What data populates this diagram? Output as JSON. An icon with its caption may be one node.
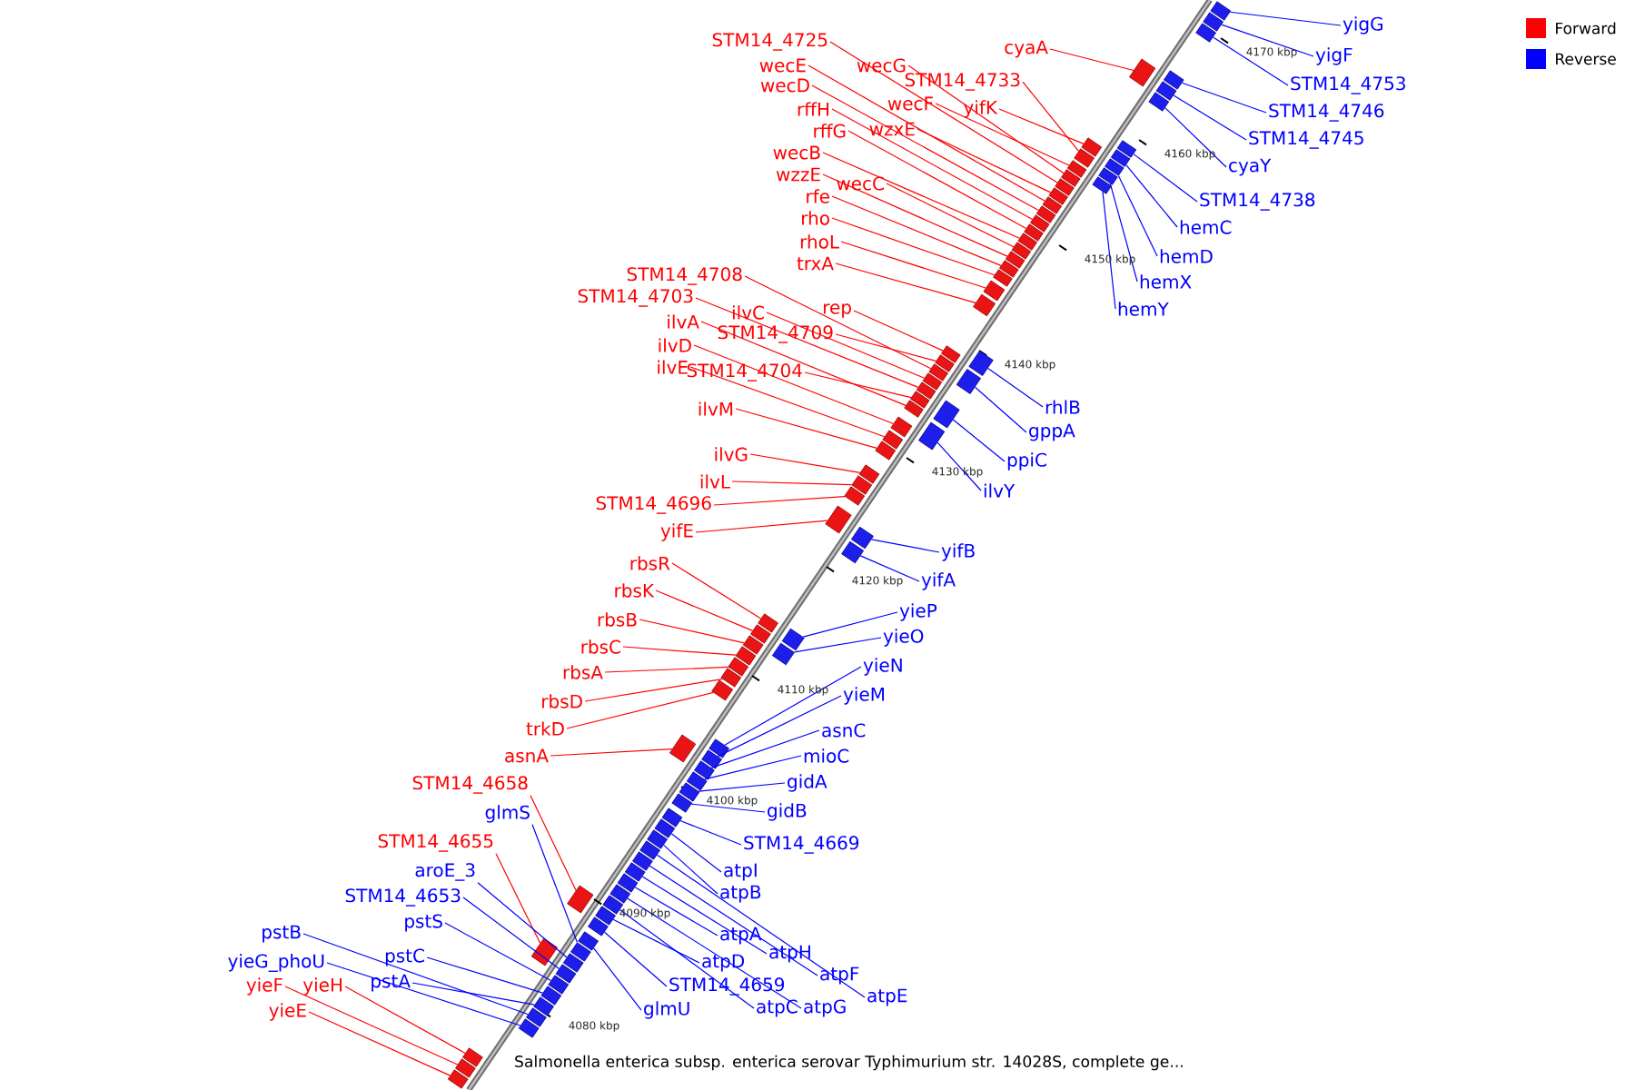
{
  "diagram": {
    "caption": "Salmonella enterica subsp. enterica serovar Typhimurium str. 14028S, complete ge...",
    "nodes": [
      {
        "text": [
          "cyaA"
        ]
      },
      {
        "text": [
          "STM14_4725"
        ]
      },
      {
        "text": [
          "wecG"
        ]
      },
      {
        "text": [
          "wecE"
        ]
      },
      {
        "text": [
          "STM14_4733"
        ]
      },
      {
        "text": [
          "wecD"
        ]
      },
      {
        "text": [
          "wecF"
        ]
      },
      {
        "text": [
          "yifK"
        ]
      },
      {
        "text": [
          "rffH"
        ]
      },
      {
        "text": [
          "wzxE"
        ]
      },
      {
        "text": [
          "rffG"
        ]
      },
      {
        "text": [
          "wecB"
        ]
      },
      {
        "text": [
          "wzzE"
        ]
      },
      {
        "text": [
          "wecC"
        ]
      },
      {
        "text": [
          "rfe"
        ]
      },
      {
        "text": [
          "rho"
        ]
      },
      {
        "text": [
          "rhoL"
        ]
      },
      {
        "text": [
          "trxA"
        ]
      },
      {
        "text": [
          "STM14_4708"
        ]
      },
      {
        "text": [
          "STM14_4703"
        ]
      },
      {
        "text": [
          "rep"
        ]
      },
      {
        "text": [
          "ilvC"
        ]
      },
      {
        "text": [
          "ilvA"
        ]
      },
      {
        "text": [
          "STM14_4709"
        ]
      },
      {
        "text": [
          "ilvD"
        ]
      },
      {
        "text": [
          "ilvE"
        ]
      },
      {
        "text": [
          "STM14_4704"
        ]
      },
      {
        "text": [
          "ilvM"
        ]
      },
      {
        "text": [
          "ilvG"
        ]
      },
      {
        "text": [
          "ilvL"
        ]
      },
      {
        "text": [
          "STM14_4696"
        ]
      },
      {
        "text": [
          "yifE"
        ]
      },
      {
        "text": [
          "rbsR"
        ]
      },
      {
        "text": [
          "rbsK"
        ]
      },
      {
        "text": [
          "rbsB"
        ]
      },
      {
        "text": [
          "rbsC"
        ]
      },
      {
        "text": [
          "rbsA"
        ]
      },
      {
        "text": [
          "rbsD"
        ]
      },
      {
        "text": [
          "trkD"
        ]
      },
      {
        "text": [
          "asnA"
        ]
      },
      {
        "text": [
          "STM14_4658"
        ]
      },
      {
        "text": [
          "STM14_4655"
        ]
      },
      {
        "text": [
          "yieF"
        ]
      },
      {
        "text": [
          "yieH"
        ]
      },
      {
        "text": [
          "yieE"
        ]
      },
      {
        "text": [
          "yigG"
        ]
      },
      {
        "text": [
          "yigF"
        ]
      },
      {
        "text": [
          "STM14_4753"
        ]
      },
      {
        "text": [
          "STM14_4746"
        ]
      },
      {
        "text": [
          "STM14_4745"
        ]
      },
      {
        "text": [
          "cyaY"
        ]
      },
      {
        "text": [
          "STM14_4738"
        ]
      },
      {
        "text": [
          "hemC"
        ]
      },
      {
        "text": [
          "hemD"
        ]
      },
      {
        "text": [
          "hemX"
        ]
      },
      {
        "text": [
          "hemY"
        ]
      },
      {
        "text": [
          "rhlB"
        ]
      },
      {
        "text": [
          "gppA"
        ]
      },
      {
        "text": [
          "ppiC"
        ]
      },
      {
        "text": [
          "ilvY"
        ]
      },
      {
        "text": [
          "yifB"
        ]
      },
      {
        "text": [
          "yifA"
        ]
      },
      {
        "text": [
          "yieP"
        ]
      },
      {
        "text": [
          "yieO"
        ]
      },
      {
        "text": [
          "yieN"
        ]
      },
      {
        "text": [
          "yieM"
        ]
      },
      {
        "text": [
          "asnC"
        ]
      },
      {
        "text": [
          "mioC"
        ]
      },
      {
        "text": [
          "gidA"
        ]
      },
      {
        "text": [
          "gidB"
        ]
      },
      {
        "text": [
          "STM14_4669"
        ]
      },
      {
        "text": [
          "atpI"
        ]
      },
      {
        "text": [
          "atpB"
        ]
      },
      {
        "text": [
          "atpA"
        ]
      },
      {
        "text": [
          "atpH"
        ]
      },
      {
        "text": [
          "atpD"
        ]
      },
      {
        "text": [
          "atpF"
        ]
      },
      {
        "text": [
          "STM14_4659"
        ]
      },
      {
        "text": [
          "atpE"
        ]
      },
      {
        "text": [
          "atpC"
        ]
      },
      {
        "text": [
          "atpG"
        ]
      },
      {
        "text": [
          "glmU"
        ]
      },
      {
        "text": [
          "glmS"
        ]
      },
      {
        "text": [
          "aroE_3"
        ]
      },
      {
        "text": [
          "STM14_4653"
        ]
      },
      {
        "text": [
          "pstS"
        ]
      },
      {
        "text": [
          "pstB"
        ]
      },
      {
        "text": [
          "pstC"
        ]
      },
      {
        "text": [
          "yieG_phoU"
        ]
      },
      {
        "text": [
          "pstA"
        ]
      },
      {
        "text": [],
        "shape": "box"
      },
      {
        "text": [],
        "shape": "box"
      },
      {
        "text": [],
        "shape": "box"
      },
      {
        "text": [],
        "shape": "box"
      },
      {
        "text": [],
        "shape": "box"
      },
      {
        "text": [],
        "shape": "box"
      },
      {
        "text": [],
        "shape": "box"
      },
      {
        "text": [],
        "shape": "box"
      },
      {
        "text": [],
        "shape": "box"
      },
      {
        "text": [],
        "shape": "box"
      },
      {
        "text": [],
        "shape": "box"
      },
      {
        "text": [],
        "shape": "box"
      },
      {
        "text": [],
        "shape": "box"
      },
      {
        "text": [],
        "shape": "box"
      },
      {
        "text": [],
        "shape": "box"
      },
      {
        "text": [],
        "shape": "box"
      },
      {
        "text": [],
        "shape": "box"
      },
      {
        "text": [],
        "shape": "box"
      },
      {
        "text": [],
        "shape": "box"
      },
      {
        "text": [],
        "shape": "box"
      },
      {
        "text": [],
        "shape": "box"
      },
      {
        "text": [],
        "shape": "box"
      },
      {
        "text": [],
        "shape": "box"
      },
      {
        "text": [],
        "shape": "box"
      },
      {
        "text": [],
        "shape": "box"
      },
      {
        "text": [],
        "shape": "box"
      },
      {
        "text": [],
        "shape": "box"
      },
      {
        "text": [],
        "shape": "box"
      },
      {
        "text": [],
        "shape": "box"
      },
      {
        "text": [],
        "shape": "box"
      },
      {
        "text": [],
        "shape": "box"
      },
      {
        "text": [],
        "shape": "box"
      },
      {
        "text": [],
        "shape": "box"
      },
      {
        "text": [],
        "shape": "box"
      },
      {
        "text": [],
        "shape": "box"
      },
      {
        "text": [],
        "shape": "box"
      },
      {
        "text": [],
        "shape": "box"
      },
      {
        "text": [],
        "shape": "box"
      },
      {
        "text": [],
        "shape": "box"
      },
      {
        "text": [],
        "shape": "box"
      },
      {
        "text": [],
        "shape": "box"
      },
      {
        "text": [],
        "shape": "box"
      },
      {
        "text": [],
        "shape": "box"
      },
      {
        "text": [],
        "shape": "box"
      },
      {
        "text": [],
        "shape": "box"
      },
      {
        "text": [],
        "shape": "box"
      },
      {
        "text": [],
        "shape": "box"
      },
      {
        "text": [],
        "shape": "box"
      },
      {
        "text": [],
        "shape": "box"
      },
      {
        "text": [],
        "shape": "box"
      },
      {
        "text": [],
        "shape": "box"
      },
      {
        "text": [],
        "shape": "box"
      },
      {
        "text": [],
        "shape": "box"
      },
      {
        "text": [],
        "shape": "box"
      },
      {
        "text": [],
        "shape": "box"
      },
      {
        "text": [],
        "shape": "box"
      },
      {
        "text": [],
        "shape": "box"
      },
      {
        "text": [],
        "shape": "box"
      },
      {
        "text": [],
        "shape": "box"
      },
      {
        "text": [],
        "shape": "box"
      },
      {
        "text": [],
        "shape": "box"
      },
      {
        "text": [],
        "shape": "box"
      },
      {
        "text": [],
        "shape": "box"
      },
      {
        "text": [],
        "shape": "box"
      },
      {
        "text": [],
        "shape": "box"
      },
      {
        "text": [],
        "shape": "box"
      },
      {
        "text": [],
        "shape": "box"
      },
      {
        "text": [],
        "shape": "box"
      },
      {
        "text": [],
        "shape": "box"
      },
      {
        "text": [],
        "shape": "box"
      },
      {
        "text": [],
        "shape": "box"
      },
      {
        "text": [],
        "shape": "box"
      },
      {
        "text": [],
        "shape": "box"
      },
      {
        "text": [],
        "shape": "box"
      },
      {
        "text": [],
        "shape": "box"
      },
      {
        "text": [],
        "shape": "box"
      },
      {
        "text": [],
        "shape": "box"
      },
      {
        "text": [],
        "shape": "box"
      },
      {
        "text": [],
        "shape": "box"
      },
      {
        "text": [],
        "shape": "box"
      },
      {
        "text": [],
        "shape": "box"
      },
      {
        "text": [],
        "shape": "box"
      },
      {
        "text": [],
        "shape": "box"
      },
      {
        "text": [],
        "shape": "box"
      },
      {
        "text": [],
        "shape": "box"
      },
      {
        "text": [],
        "shape": "box"
      },
      {
        "text": [],
        "shape": "box"
      },
      {
        "text": [],
        "shape": "box"
      },
      {
        "text": [],
        "shape": "box"
      },
      {
        "text": [],
        "shape": "box"
      }
    ],
    "edges": [
      {
        "from": 0,
        "to": 90,
        "arrow": "none",
        "color": "#ff0000"
      },
      {
        "from": 1,
        "to": 91,
        "arrow": "none",
        "color": "#ff0000"
      },
      {
        "from": 2,
        "to": 92,
        "arrow": "none",
        "color": "#ff0000"
      },
      {
        "from": 3,
        "to": 93,
        "arrow": "none",
        "color": "#ff0000"
      },
      {
        "from": 4,
        "to": 94,
        "arrow": "none",
        "color": "#ff0000"
      },
      {
        "from": 5,
        "to": 95,
        "arrow": "none",
        "color": "#ff0000"
      },
      {
        "from": 6,
        "to": 96,
        "arrow": "none",
        "color": "#ff0000"
      },
      {
        "from": 7,
        "to": 97,
        "arrow": "none",
        "color": "#ff0000"
      },
      {
        "from": 8,
        "to": 98,
        "arrow": "none",
        "color": "#ff0000"
      },
      {
        "from": 9,
        "to": 99,
        "arrow": "none",
        "color": "#ff0000"
      },
      {
        "from": 10,
        "to": 100,
        "arrow": "none",
        "color": "#ff0000"
      },
      {
        "from": 11,
        "to": 101,
        "arrow": "none",
        "color": "#ff0000"
      },
      {
        "from": 12,
        "to": 102,
        "arrow": "none",
        "color": "#ff0000"
      },
      {
        "from": 13,
        "to": 103,
        "arrow": "none",
        "color": "#ff0000"
      },
      {
        "from": 14,
        "to": 104,
        "arrow": "none",
        "color": "#ff0000"
      },
      {
        "from": 15,
        "to": 105,
        "arrow": "none",
        "color": "#ff0000"
      },
      {
        "from": 16,
        "to": 106,
        "arrow": "none",
        "color": "#ff0000"
      },
      {
        "from": 17,
        "to": 107,
        "arrow": "none",
        "color": "#ff0000"
      },
      {
        "from": 18,
        "to": 108,
        "arrow": "none",
        "color": "#ff0000"
      },
      {
        "from": 19,
        "to": 109,
        "arrow": "none",
        "color": "#ff0000"
      },
      {
        "from": 20,
        "to": 110,
        "arrow": "none",
        "color": "#ff0000"
      },
      {
        "from": 21,
        "to": 111,
        "arrow": "none",
        "color": "#ff0000"
      },
      {
        "from": 22,
        "to": 112,
        "arrow": "none",
        "color": "#ff0000"
      },
      {
        "from": 23,
        "to": 113,
        "arrow": "none",
        "color": "#ff0000"
      },
      {
        "from": 24,
        "to": 114,
        "arrow": "none",
        "color": "#ff0000"
      },
      {
        "from": 25,
        "to": 115,
        "arrow": "none",
        "color": "#ff0000"
      },
      {
        "from": 26,
        "to": 116,
        "arrow": "none",
        "color": "#ff0000"
      },
      {
        "from": 27,
        "to": 117,
        "arrow": "none",
        "color": "#ff0000"
      },
      {
        "from": 28,
        "to": 118,
        "arrow": "none",
        "color": "#ff0000"
      },
      {
        "from": 29,
        "to": 119,
        "arrow": "none",
        "color": "#ff0000"
      },
      {
        "from": 30,
        "to": 120,
        "arrow": "none",
        "color": "#ff0000"
      },
      {
        "from": 31,
        "to": 121,
        "arrow": "none",
        "color": "#ff0000"
      },
      {
        "from": 32,
        "to": 122,
        "arrow": "none",
        "color": "#ff0000"
      },
      {
        "from": 33,
        "to": 123,
        "arrow": "none",
        "color": "#ff0000"
      },
      {
        "from": 34,
        "to": 124,
        "arrow": "none",
        "color": "#ff0000"
      },
      {
        "from": 35,
        "to": 125,
        "arrow": "none",
        "color": "#ff0000"
      },
      {
        "from": 36,
        "to": 126,
        "arrow": "none",
        "color": "#ff0000"
      },
      {
        "from": 37,
        "to": 127,
        "arrow": "none",
        "color": "#ff0000"
      },
      {
        "from": 38,
        "to": 128,
        "arrow": "none",
        "color": "#ff0000"
      },
      {
        "from": 39,
        "to": 129,
        "arrow": "none",
        "color": "#ff0000"
      },
      {
        "from": 40,
        "to": 130,
        "arrow": "none",
        "color": "#ff0000"
      },
      {
        "from": 41,
        "to": 131,
        "arrow": "none",
        "color": "#ff0000"
      },
      {
        "from": 42,
        "to": 132,
        "arrow": "none",
        "color": "#ff0000"
      },
      {
        "from": 43,
        "to": 133,
        "arrow": "none",
        "color": "#ff0000"
      },
      {
        "from": 44,
        "to": 134,
        "arrow": "none",
        "color": "#ff0000"
      },
      {
        "from": 45,
        "to": 135,
        "arrow": "none",
        "color": "#0000ff"
      },
      {
        "from": 46,
        "to": 136,
        "arrow": "none",
        "color": "#0000ff"
      },
      {
        "from": 47,
        "to": 137,
        "arrow": "none",
        "color": "#0000ff"
      },
      {
        "from": 48,
        "to": 138,
        "arrow": "none",
        "color": "#0000ff"
      },
      {
        "from": 49,
        "to": 139,
        "arrow": "none",
        "color": "#0000ff"
      },
      {
        "from": 50,
        "to": 140,
        "arrow": "none",
        "color": "#0000ff"
      },
      {
        "from": 51,
        "to": 141,
        "arrow": "none",
        "color": "#0000ff"
      },
      {
        "from": 52,
        "to": 142,
        "arrow": "none",
        "color": "#0000ff"
      },
      {
        "from": 53,
        "to": 143,
        "arrow": "none",
        "color": "#0000ff"
      },
      {
        "from": 54,
        "to": 144,
        "arrow": "none",
        "color": "#0000ff"
      },
      {
        "from": 55,
        "to": 145,
        "arrow": "none",
        "color": "#0000ff"
      },
      {
        "from": 56,
        "to": 146,
        "arrow": "none",
        "color": "#0000ff"
      },
      {
        "from": 57,
        "to": 147,
        "arrow": "none",
        "color": "#0000ff"
      },
      {
        "from": 58,
        "to": 148,
        "arrow": "none",
        "color": "#0000ff"
      },
      {
        "from": 59,
        "to": 149,
        "arrow": "none",
        "color": "#0000ff"
      },
      {
        "from": 60,
        "to": 150,
        "arrow": "none",
        "color": "#0000ff"
      },
      {
        "from": 61,
        "to": 151,
        "arrow": "none",
        "color": "#0000ff"
      },
      {
        "from": 62,
        "to": 152,
        "arrow": "none",
        "color": "#0000ff"
      },
      {
        "from": 63,
        "to": 153,
        "arrow": "none",
        "color": "#0000ff"
      },
      {
        "from": 64,
        "to": 154,
        "arrow": "none",
        "color": "#0000ff"
      },
      {
        "from": 65,
        "to": 155,
        "arrow": "none",
        "color": "#0000ff"
      },
      {
        "from": 66,
        "to": 156,
        "arrow": "none",
        "color": "#0000ff"
      },
      {
        "from": 67,
        "to": 157,
        "arrow": "none",
        "color": "#0000ff"
      },
      {
        "from": 68,
        "to": 158,
        "arrow": "none",
        "color": "#0000ff"
      },
      {
        "from": 69,
        "to": 159,
        "arrow": "none",
        "color": "#0000ff"
      },
      {
        "from": 70,
        "to": 160,
        "arrow": "none",
        "color": "#0000ff"
      },
      {
        "from": 71,
        "to": 161,
        "arrow": "none",
        "color": "#0000ff"
      },
      {
        "from": 72,
        "to": 162,
        "arrow": "none",
        "color": "#0000ff"
      },
      {
        "from": 73,
        "to": 163,
        "arrow": "none",
        "color": "#0000ff"
      },
      {
        "from": 74,
        "to": 164,
        "arrow": "none",
        "color": "#0000ff"
      },
      {
        "from": 75,
        "to": 165,
        "arrow": "none",
        "color": "#0000ff"
      },
      {
        "from": 76,
        "to": 166,
        "arrow": "none",
        "color": "#0000ff"
      },
      {
        "from": 77,
        "to": 167,
        "arrow": "none",
        "color": "#0000ff"
      },
      {
        "from": 78,
        "to": 168,
        "arrow": "none",
        "color": "#0000ff"
      },
      {
        "from": 79,
        "to": 169,
        "arrow": "none",
        "color": "#0000ff"
      },
      {
        "from": 80,
        "to": 170,
        "arrow": "none",
        "color": "#0000ff"
      },
      {
        "from": 81,
        "to": 171,
        "arrow": "none",
        "color": "#0000ff"
      },
      {
        "from": 82,
        "to": 172,
        "arrow": "none",
        "color": "#0000ff"
      },
      {
        "from": 83,
        "to": 173,
        "arrow": "none",
        "color": "#0000ff"
      },
      {
        "from": 84,
        "to": 174,
        "arrow": "none",
        "color": "#0000ff"
      },
      {
        "from": 85,
        "to": 175,
        "arrow": "none",
        "color": "#0000ff"
      },
      {
        "from": 86,
        "to": 176,
        "arrow": "none",
        "color": "#0000ff"
      },
      {
        "from": 87,
        "to": 177,
        "arrow": "none",
        "color": "#0000ff"
      },
      {
        "from": 88,
        "to": 178,
        "arrow": "none",
        "color": "#0000ff"
      },
      {
        "from": 89,
        "to": 179,
        "arrow": "none",
        "color": "#0000ff"
      }
    ],
    "labels": [
      "4170 kbp",
      "4160 kbp",
      "4150 kbp",
      "4140 kbp",
      "4130 kbp",
      "4120 kbp",
      "4110 kbp",
      "4100 kbp",
      "4090 kbp",
      "4080 kbp"
    ],
    "legend": [
      {
        "text": "Forward",
        "color": "#ff0000"
      },
      {
        "text": "Reverse",
        "color": "#0000ff"
      }
    ]
  }
}
